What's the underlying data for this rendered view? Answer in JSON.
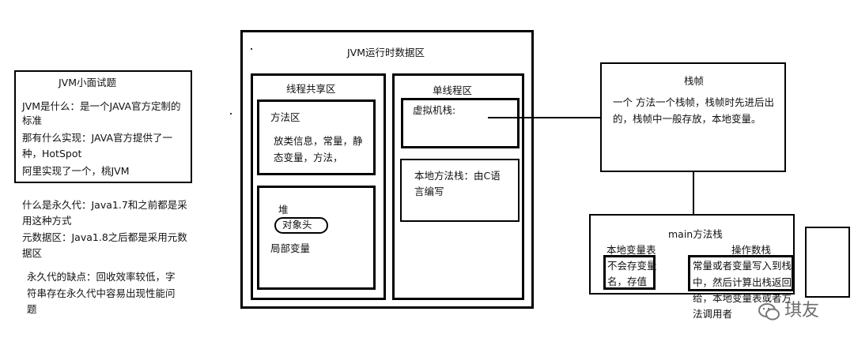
{
  "interview": {
    "title": "JVM小面试题",
    "lines": [
      "JVM是什么：是一个JAVA官方定制的",
      "标准",
      "那有什么实现：JAVA官方提供了一",
      "种，HotSpot",
      "阿里实现了一个，桃JVM"
    ]
  },
  "notes": {
    "perm_lines": [
      "什么是永久代：Java1.7和之前都是采",
      "用这种方式",
      "元数据区：Java1.8之后都是采用元数",
      "据区"
    ],
    "drawback_lines": [
      "永久代的缺点：回收效率较低，字",
      "符串存在永久代中容易出现性能问",
      "题"
    ]
  },
  "jvm": {
    "title": "JVM运行时数据区",
    "shared": {
      "title": "线程共享区",
      "method_area": {
        "title": "方法区",
        "lines": [
          "放类信息，常量，静",
          "态变量，方法，"
        ]
      },
      "heap": {
        "title": "堆",
        "object_header": "对象头",
        "local_var": "局部变量"
      }
    },
    "single": {
      "title": "单线程区",
      "vm_stack": "虚拟机栈:",
      "native_lines": [
        "本地方法栈：由C语",
        "言编写"
      ]
    }
  },
  "frame": {
    "title": "栈帧",
    "lines": [
      "一个 方法一个栈帧，栈帧时先进后出",
      "的，栈帧中一般存放，本地变量。"
    ]
  },
  "main_stack": {
    "title": "main方法栈",
    "locals_title": "本地变量表",
    "locals_lines": [
      "不会存变量",
      "名，存值"
    ],
    "operand_title": "操作数栈",
    "operand_lines": [
      "常量或者变量写入到栈",
      "中，然后计算出栈返回",
      "给，本地变量表或者方",
      "法调用者"
    ]
  },
  "watermark": "琪友"
}
